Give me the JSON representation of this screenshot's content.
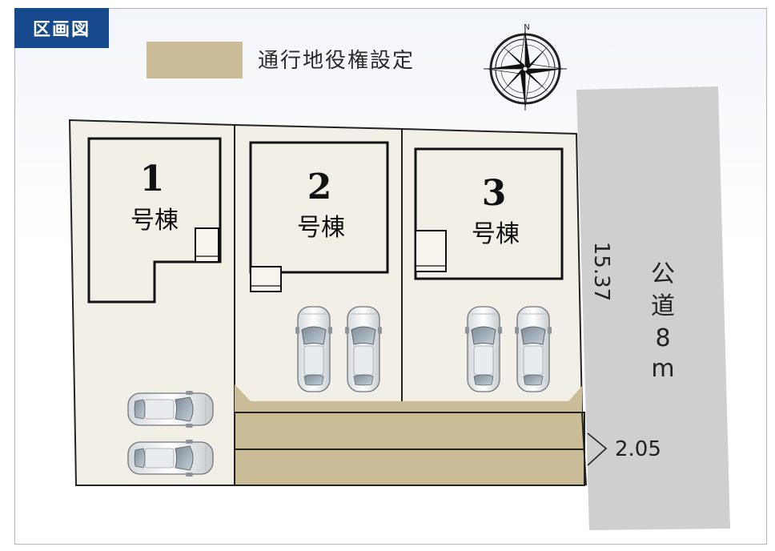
{
  "header": {
    "badge": "区画図"
  },
  "legend": {
    "label": "通行地役権設定",
    "swatch_color": "#cbbc98"
  },
  "compass": {
    "north_label": "N"
  },
  "lots": [
    {
      "number": "1",
      "suffix": "号棟"
    },
    {
      "number": "2",
      "suffix": "号棟"
    },
    {
      "number": "3",
      "suffix": "号棟"
    }
  ],
  "dimensions": {
    "frontage": "15.37",
    "easement_width": "2.05"
  },
  "road": {
    "chars": [
      "公",
      "道",
      "8",
      "m"
    ],
    "color": "#cfcfcf"
  },
  "colors": {
    "lot_fill": "#f2efe6",
    "easement": "#cbbc98",
    "outline": "#222222",
    "badge": "#174a8c"
  }
}
